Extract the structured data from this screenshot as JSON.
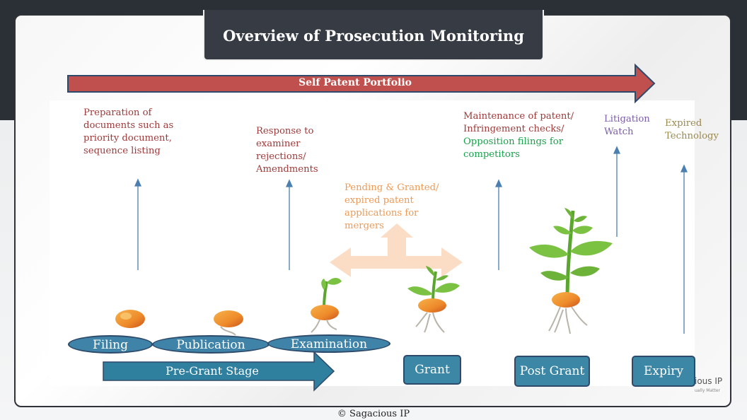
{
  "title": "Overview of Prosecution Monitoring",
  "banner": "Self Patent Portfolio",
  "annotations": {
    "filing": "Preparation of documents such as priority document, sequence listing",
    "examination": "Response to examiner rejections/ Amendments",
    "mergers": "Pending & Granted/ expired patent applications for mergers",
    "post_grant_part1": "Maintenance of patent/",
    "post_grant_part2": "Infringement checks/",
    "post_grant_part3": "Opposition filings for competitors",
    "litigation": "Litigation Watch",
    "expired": "Expired Technology"
  },
  "stages": {
    "filing": "Filing",
    "publication": "Publication",
    "examination": "Examination",
    "pre_grant": "Pre-Grant Stage",
    "grant": "Grant",
    "post_grant": "Post Grant",
    "expiry": "Expiry"
  },
  "footer": {
    "copyright": "© Sagacious IP",
    "logo_text": "ious IP",
    "logo_tagline": "ually Matter"
  },
  "colors": {
    "banner_arrow": "#c0504d",
    "stage_fill": "#3c86a6",
    "stage_border": "#2e4a6a",
    "connector_arrow": "#4a7fb0",
    "merger_arrow": "#fbd9c0",
    "seed": "#f0a040",
    "leaf": "#7cc242"
  }
}
